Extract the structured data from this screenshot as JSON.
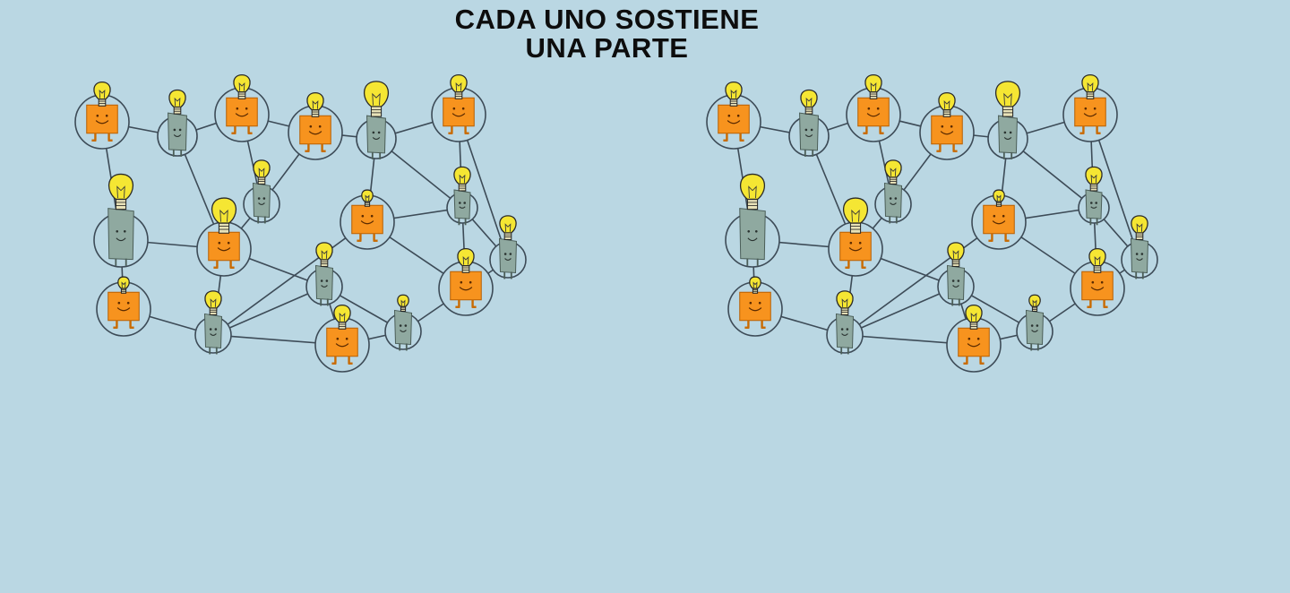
{
  "title": {
    "line1": "CADA UNO SOSTIENE",
    "line2": "UNA PARTE"
  },
  "colors": {
    "background": "#bad7e3",
    "orange_figure": "#f7931e",
    "gray_figure": "#8fa9a0",
    "bulb": "#f5e633",
    "link": "#3d4b57"
  },
  "network": {
    "nodes": [
      {
        "id": "n1",
        "kind": "orange",
        "bulb": "medium"
      },
      {
        "id": "n2",
        "kind": "gray",
        "bulb": "medium"
      },
      {
        "id": "n3",
        "kind": "orange",
        "bulb": "medium"
      },
      {
        "id": "n4",
        "kind": "orange",
        "bulb": "medium"
      },
      {
        "id": "n5",
        "kind": "gray",
        "bulb": "large"
      },
      {
        "id": "n6",
        "kind": "orange",
        "bulb": "medium"
      },
      {
        "id": "n7",
        "kind": "gray",
        "bulb": "large"
      },
      {
        "id": "n8",
        "kind": "gray",
        "bulb": "medium"
      },
      {
        "id": "n9",
        "kind": "orange",
        "bulb": "large"
      },
      {
        "id": "n10",
        "kind": "orange",
        "bulb": "small"
      },
      {
        "id": "n11",
        "kind": "gray",
        "bulb": "medium"
      },
      {
        "id": "n12",
        "kind": "gray",
        "bulb": "medium"
      },
      {
        "id": "n13",
        "kind": "orange",
        "bulb": "small"
      },
      {
        "id": "n14",
        "kind": "gray",
        "bulb": "medium"
      },
      {
        "id": "n15",
        "kind": "gray",
        "bulb": "medium"
      },
      {
        "id": "n16",
        "kind": "orange",
        "bulb": "medium"
      },
      {
        "id": "n17",
        "kind": "gray",
        "bulb": "small"
      },
      {
        "id": "n18",
        "kind": "orange",
        "bulb": "medium"
      }
    ],
    "links": [
      [
        "n1",
        "n2"
      ],
      [
        "n2",
        "n3"
      ],
      [
        "n3",
        "n4"
      ],
      [
        "n4",
        "n5"
      ],
      [
        "n5",
        "n6"
      ],
      [
        "n1",
        "n7"
      ],
      [
        "n2",
        "n9"
      ],
      [
        "n3",
        "n8"
      ],
      [
        "n4",
        "n8"
      ],
      [
        "n5",
        "n10"
      ],
      [
        "n5",
        "n11"
      ],
      [
        "n6",
        "n11"
      ],
      [
        "n6",
        "n12"
      ],
      [
        "n7",
        "n9"
      ],
      [
        "n7",
        "n13"
      ],
      [
        "n8",
        "n9"
      ],
      [
        "n9",
        "n15"
      ],
      [
        "n9",
        "n14"
      ],
      [
        "n10",
        "n11"
      ],
      [
        "n10",
        "n15"
      ],
      [
        "n10",
        "n18"
      ],
      [
        "n11",
        "n12"
      ],
      [
        "n11",
        "n18"
      ],
      [
        "n12",
        "n18"
      ],
      [
        "n13",
        "n15"
      ],
      [
        "n15",
        "n14"
      ],
      [
        "n14",
        "n16"
      ],
      [
        "n14",
        "n17"
      ],
      [
        "n15",
        "n16"
      ],
      [
        "n16",
        "n17"
      ],
      [
        "n17",
        "n18"
      ]
    ]
  }
}
